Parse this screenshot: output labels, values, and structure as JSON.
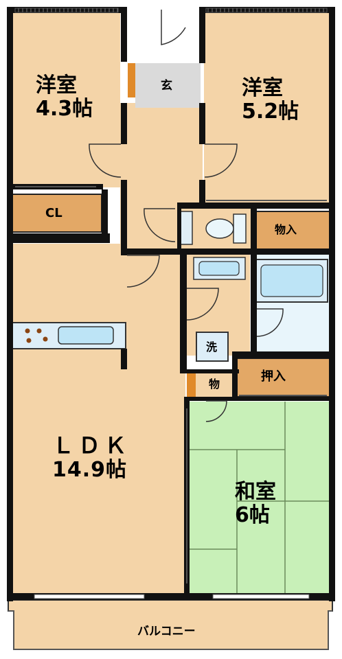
{
  "colors": {
    "wall": "#111111",
    "floor_wood": "#f4d4a8",
    "tatami": "#c8f0b8",
    "storage": "#e3b07a",
    "storage_dark": "#d58a2e",
    "wet_area": "#ddf0f8",
    "entrance": "#dadada",
    "balcony": "#f4d4a8"
  },
  "rooms": {
    "western_left": {
      "name": "洋室",
      "size": "4.3帖"
    },
    "western_right": {
      "name": "洋室",
      "size": "5.2帖"
    },
    "entrance": {
      "name": "玄"
    },
    "closet": {
      "name": "CL"
    },
    "storage_top": {
      "name": "物入"
    },
    "ldk": {
      "name": "ＬＤＫ",
      "size": "14.9帖"
    },
    "washer": {
      "name": "洗"
    },
    "storage_small": {
      "name": "物"
    },
    "oshiire": {
      "name": "押入"
    },
    "japanese": {
      "name": "和室",
      "size": "6帖"
    },
    "balcony": {
      "name": "バルコニー"
    }
  }
}
